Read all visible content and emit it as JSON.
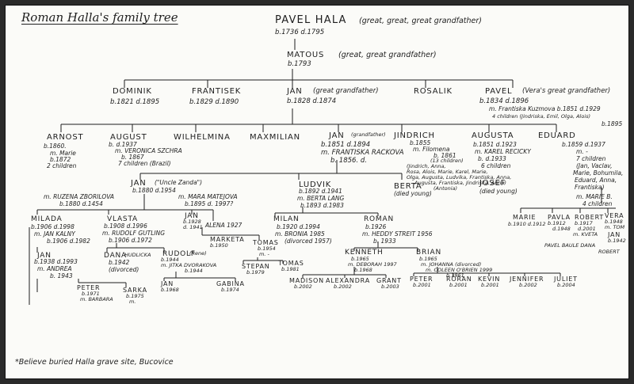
{
  "title": "Roman Halla's family tree",
  "footnote": "*Believe buried Halla grave site, Bucovice",
  "gen1": {
    "name": "PAVEL HALA",
    "note": "(great, great, great grandfather)",
    "dates": "b.1736 d.1795"
  },
  "gen2": {
    "name": "MATOUS",
    "note": "(great, great grandfather)",
    "dates": "b.1793"
  },
  "gen3": [
    {
      "name": "DOMINIK",
      "dates": "b.1821 d.1895"
    },
    {
      "name": "FRANTISEK",
      "dates": "b.1829 d.1890"
    },
    {
      "name": "JAN",
      "note": "(great grandfather)",
      "dates": "b.1828 d.1874"
    },
    {
      "name": "ROSALIK",
      "dates": ""
    },
    {
      "name": "PAVEL",
      "note": "(Vera's great grandfather)",
      "dates": "b.1834 d.1896",
      "spouse": "m. Frantiska Kuzmova b.1851 d.1929",
      "children": "4 children (Jindriska, Emil, Olga, Alois)",
      "extra": "b.1895"
    }
  ],
  "gen4": {
    "arnost": {
      "name": "ARNOST",
      "lines": [
        "b.1860.",
        "m. Marie",
        "b.1872",
        "2 children"
      ]
    },
    "august": {
      "name": "AUGUST",
      "lines": [
        "b.        d.1937",
        "m. VERONICA SZCHRA",
        "b. 1867",
        "7 children (Brazil)"
      ]
    },
    "wilhelmina": {
      "name": "WILHELMINA"
    },
    "maximilian": {
      "name": "MAXMILIAN"
    },
    "jan": {
      "name": "JAN",
      "note": "(grandfather)",
      "lines": [
        "b.1851 d.1894",
        "m. FRANTISKA RACKOVA",
        "b. 1856.  d."
      ]
    },
    "jindrich": {
      "name": "JINDRICH",
      "lines": [
        "b.1855",
        "m. Filomena",
        "b. 1861",
        "(13 children)",
        "(Jindrich, Anna,",
        "Rosa, Alois, Marie, Karel, Marie,",
        "Olga, Augusta, Ludvika, Frantiska, Anna,",
        "Augusta, Frantiska, Jindriska, Anna)",
        "(Antonia)"
      ]
    },
    "augusta": {
      "name": "AUGUSTA",
      "lines": [
        "b.1851 d.1923",
        "m. KAREL RECICKY",
        "b.       d.1933",
        "6 children"
      ]
    },
    "josef": {
      "name": "JOSEF",
      "note": "(died young)"
    },
    "eduard": {
      "name": "EDUARD",
      "lines": [
        "b.1859 d.1937",
        "m. -",
        "7 children",
        "(Jan, Vaclav,",
        "Marie, Bohumila,",
        "Eduard, Anna,",
        "Frantiska)"
      ]
    }
  },
  "gen5": {
    "jan": {
      "name": "JAN",
      "note": "(\"Uncle Zanda\")",
      "dates": "b.1880 d.1954"
    },
    "ruzena": {
      "name": "m. RUZENA ZBORILOVA",
      "dates": "b.1880 d.1454"
    },
    "mara": {
      "name": "m. MARA MATEJOVA",
      "dates": "b.1895 d. 1997?"
    },
    "ludvik": {
      "name": "LUDVIK",
      "dates": "b.1892 d.1941"
    },
    "berta": {
      "name": "m. BERTA LANG",
      "dates": "b.1893 d.1983"
    },
    "berta2": {
      "name": "BERTA",
      "note": "(died young)"
    },
    "marie_b": {
      "name": "m. MARIE B.",
      "note": "4 children"
    }
  },
  "gen6": {
    "milada": {
      "name": "MILADA",
      "lines": [
        "b.1906 d.1998",
        "m. JAN KALNY",
        "b.1906 d.1982"
      ]
    },
    "vlasta": {
      "name": "VLASTA",
      "lines": [
        "b.1908 d.1996",
        "m. RUDOLF GUTLING",
        "b.1906 d.1972"
      ]
    },
    "jan2": {
      "name": "JAN",
      "lines": [
        "b.1928",
        "d. 1941"
      ]
    },
    "alena": {
      "name": "ALENA 1927"
    },
    "milan": {
      "name": "MILAN",
      "lines": [
        "b.1920 d.1994",
        "m. BRONIA 1985",
        "(divorced 1957)"
      ]
    },
    "roman": {
      "name": "ROMAN",
      "lines": [
        "b.1926",
        "m. HEDDY STREIT 1956",
        "b. 1933"
      ]
    },
    "marie": {
      "name": "MARIE",
      "lines": [
        "b.1910 d.1912"
      ]
    },
    "pavla": {
      "name": "PAVLA",
      "lines": [
        "b.1912",
        "d.1948"
      ]
    },
    "robert": {
      "name": "ROBERT",
      "lines": [
        "b.1917",
        "d.2001",
        "m. KVETA"
      ]
    },
    "vera": {
      "name": "VERA",
      "lines": [
        "b.1948",
        "m. TOM"
      ]
    },
    "jan3": {
      "name": "JAN",
      "lines": [
        "b.1942"
      ]
    },
    "pavel_note": "PAVEL  BAULE  DANA",
    "robert_note": "ROBERT"
  },
  "gen7": {
    "jan4": {
      "name": "JAN",
      "lines": [
        "b.1938 d.1993",
        "m. ANDREA",
        "b. 1943"
      ]
    },
    "dana": {
      "name": "DANA",
      "note": "HUDLICKA",
      "lines": [
        "b.1942",
        "(divorced)"
      ]
    },
    "rudolf": {
      "name": "RUDOLF",
      "note": "(Rene)",
      "lines": [
        "b.1944",
        "m. JITKA DVORAKOVA",
        "b.1944"
      ]
    },
    "marketa": {
      "name": "MARKETA",
      "lines": [
        "b.1950"
      ]
    },
    "tomas": {
      "name": "TOMAS",
      "lines": [
        "b.1954",
        "m. -"
      ]
    },
    "stepan": {
      "name": "STEPAN",
      "lines": [
        "b.1979"
      ]
    },
    "tomas2": {
      "name": "TOMAS",
      "lines": [
        "b.1981"
      ]
    },
    "kenneth": {
      "name": "KENNETH",
      "lines": [
        "b.1965",
        "m. DEBORAH 1997",
        "b.1968"
      ]
    },
    "brian": {
      "name": "BRIAN",
      "lines": [
        "b.1965",
        "m. JOHANNA (divorced)",
        "m. COLEEN O'BRIEN 1999",
        "b.1961"
      ]
    }
  },
  "gen8": [
    {
      "name": "PETER",
      "lines": [
        "b.1971",
        "m. BARBARA"
      ]
    },
    {
      "name": "SARKA",
      "lines": [
        "b.1975",
        "m."
      ]
    },
    {
      "name": "JAN",
      "lines": [
        "b.1968"
      ]
    },
    {
      "name": "GABINA",
      "lines": [
        "b.1974"
      ]
    },
    {
      "name": "MADISON",
      "lines": [
        "b.2002"
      ]
    },
    {
      "name": "ALEXANDRA",
      "lines": [
        "b.2002"
      ]
    },
    {
      "name": "GRANT",
      "lines": [
        "b.2003"
      ]
    },
    {
      "name": "PETER",
      "lines": [
        "b.2001"
      ]
    },
    {
      "name": "RORAN",
      "lines": [
        "b.2001"
      ]
    },
    {
      "name": "KEVIN",
      "lines": [
        "b.2001"
      ]
    },
    {
      "name": "JENNIFER",
      "lines": [
        "b.2002"
      ]
    },
    {
      "name": "JULIET",
      "lines": [
        "b.2004"
      ]
    }
  ]
}
